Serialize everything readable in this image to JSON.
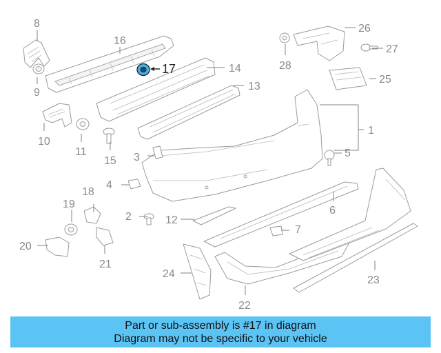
{
  "highlight": {
    "part_number": "17",
    "color": "#5bc4f5",
    "part_color": "#45b0e6"
  },
  "callouts": [
    {
      "id": "c1",
      "label": "1"
    },
    {
      "id": "c2",
      "label": "2"
    },
    {
      "id": "c3",
      "label": "3"
    },
    {
      "id": "c4",
      "label": "4"
    },
    {
      "id": "c5",
      "label": "5"
    },
    {
      "id": "c6",
      "label": "6"
    },
    {
      "id": "c7",
      "label": "7"
    },
    {
      "id": "c8",
      "label": "8"
    },
    {
      "id": "c9",
      "label": "9"
    },
    {
      "id": "c10",
      "label": "10"
    },
    {
      "id": "c11",
      "label": "11"
    },
    {
      "id": "c12",
      "label": "12"
    },
    {
      "id": "c13",
      "label": "13"
    },
    {
      "id": "c14",
      "label": "14"
    },
    {
      "id": "c15",
      "label": "15"
    },
    {
      "id": "c16",
      "label": "16"
    },
    {
      "id": "c17",
      "label": "17"
    },
    {
      "id": "c18",
      "label": "18"
    },
    {
      "id": "c19",
      "label": "19"
    },
    {
      "id": "c20",
      "label": "20"
    },
    {
      "id": "c21",
      "label": "21"
    },
    {
      "id": "c22",
      "label": "22"
    },
    {
      "id": "c23",
      "label": "23"
    },
    {
      "id": "c24",
      "label": "24"
    },
    {
      "id": "c25",
      "label": "25"
    },
    {
      "id": "c26",
      "label": "26"
    },
    {
      "id": "c27",
      "label": "27"
    },
    {
      "id": "c28",
      "label": "28"
    }
  ],
  "banner": {
    "line1": "Part or sub-assembly is #17 in diagram",
    "line2": "Diagram may not be specific to your vehicle"
  }
}
